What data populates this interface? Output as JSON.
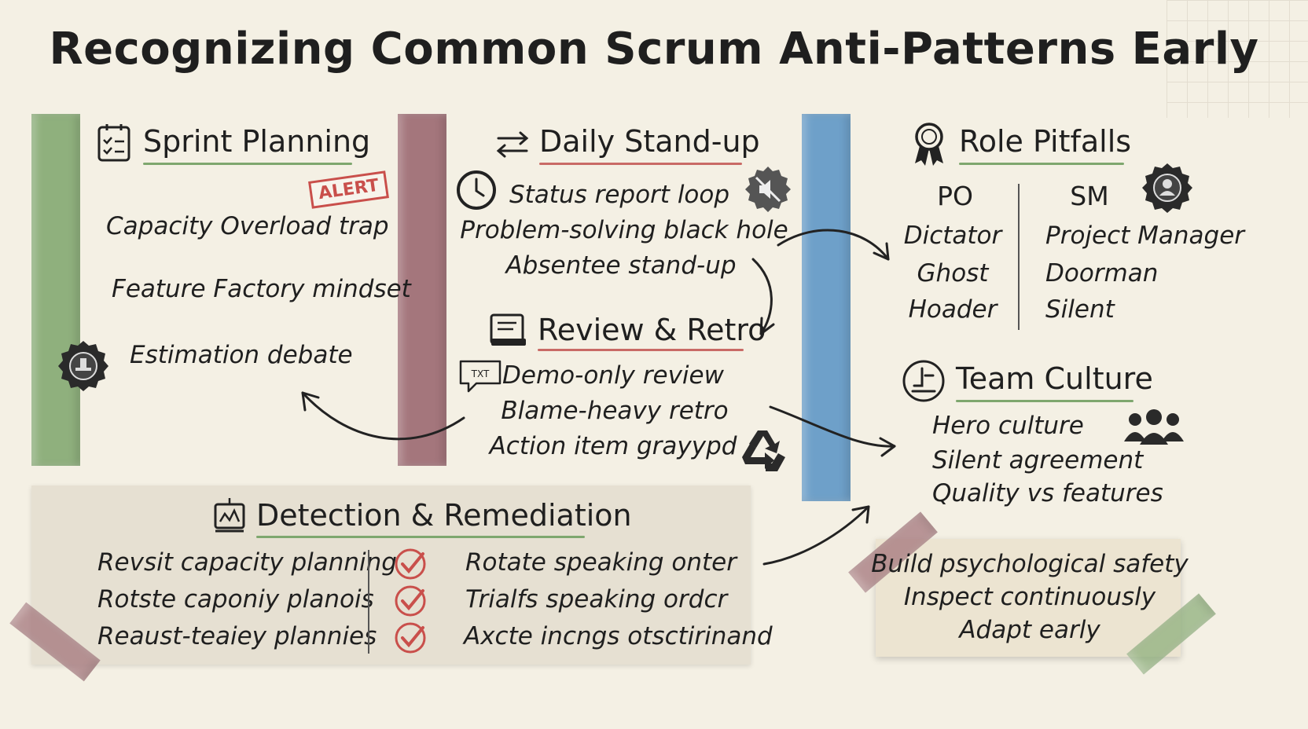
{
  "title": "Recognizing Common Scrum Anti-Patterns Early",
  "sprint_planning": {
    "heading": "Sprint Planning",
    "badge": "ALERT",
    "items": [
      "Capacity Overload trap",
      "Feature Factory mindset",
      "Estimation debate"
    ]
  },
  "daily_standup": {
    "heading": "Daily Stand-up",
    "items": [
      "Status report loop",
      "Problem-solving black hole",
      "Absentee stand-up"
    ]
  },
  "review_retro": {
    "heading": "Review & Retro",
    "bubble": "TXT",
    "items": [
      "Demo-only review",
      "Blame-heavy retro",
      "Action item grayypd"
    ]
  },
  "role_pitfalls": {
    "heading": "Role Pitfalls",
    "po_label": "PO",
    "po_items": [
      "Dictator",
      "Ghost",
      "Hoader"
    ],
    "sm_label": "SM",
    "sm_items": [
      "Project Manager",
      "Doorman",
      "Silent"
    ]
  },
  "team_culture": {
    "heading": "Team Culture",
    "items": [
      "Hero culture",
      "Silent agreement",
      "Quality vs features"
    ]
  },
  "detection": {
    "heading": "Detection & Remediation",
    "left_items": [
      "Revsit capacity planning",
      "Rotste caponiy planois",
      "Reaust-teaiey plannies"
    ],
    "right_items": [
      "Rotate speaking onter",
      "Trialfs speaking ordcr",
      "Axcte incngs otsctirinand"
    ]
  },
  "note": {
    "lines": [
      "Build psychological safety",
      "Inspect continuously",
      "Adapt early"
    ]
  },
  "colors": {
    "tape_green": "#8fb07d",
    "tape_mauve": "#a4767c",
    "tape_blue": "#6ea0c9",
    "accent_red": "#c94f4b"
  }
}
